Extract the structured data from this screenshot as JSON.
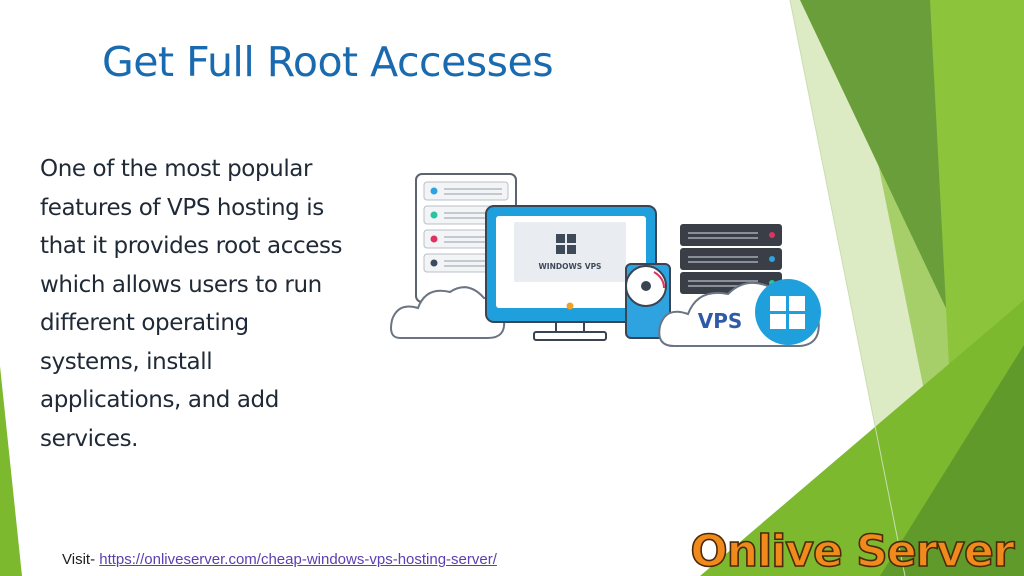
{
  "slide": {
    "title": "Get Full Root Accesses",
    "body": "One of the most popular features of VPS hosting is that it provides root access which allows users to run different operating systems, install applications, and add services.",
    "illustration": {
      "monitor_caption": "WINDOWS VPS",
      "cloud_caption": "VPS"
    },
    "footer": {
      "prefix": "Visit- ",
      "link_text": "https://onliveserver.com/cheap-windows-vps-hosting-server/"
    },
    "logo_text": "Onlive Server"
  },
  "colors": {
    "title": "#1a6ab0",
    "accent_green": "#7cb92f",
    "dark_green": "#4f8a2a",
    "logo_orange": "#f08a1c",
    "windows_blue": "#1fa0dc"
  }
}
